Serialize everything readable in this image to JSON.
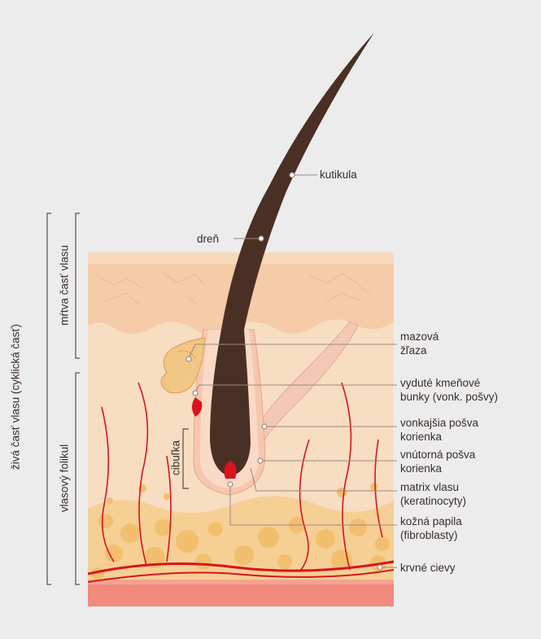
{
  "labels": {
    "kutikula": "kutikula",
    "dren": "dreň",
    "mazova_1": "mazová",
    "mazova_2": "žľaza",
    "kmenove_1": "vyduté kmeňové",
    "kmenove_2": "bunky (vonk. pošvy)",
    "vonk_1": "vonkajšia pošva",
    "vonk_2": "korienka",
    "vnut_1": "vnútorná pošva",
    "vnut_2": "korienka",
    "matrix_1": "matrix vlasu",
    "matrix_2": "(keratinocyty)",
    "papila_1": "kožná papila",
    "papila_2": "(fibroblasty)",
    "cievy": "krvné cievy",
    "cibulka": "cibuľka",
    "mrtva": "mŕtva časť vlasu",
    "folikul": "vlasový folikul",
    "ziva": "živá časť vlasu (cyklická časť)"
  },
  "colors": {
    "background": "#ececec",
    "epidermis": "#f6cfae",
    "dermis": "#f7ddc2",
    "fat": "#f4c77e",
    "muscle_band": "#f08a7e",
    "hair": "#4a2f24",
    "vessel": "#d8141e",
    "leader": "#9a8a80"
  }
}
